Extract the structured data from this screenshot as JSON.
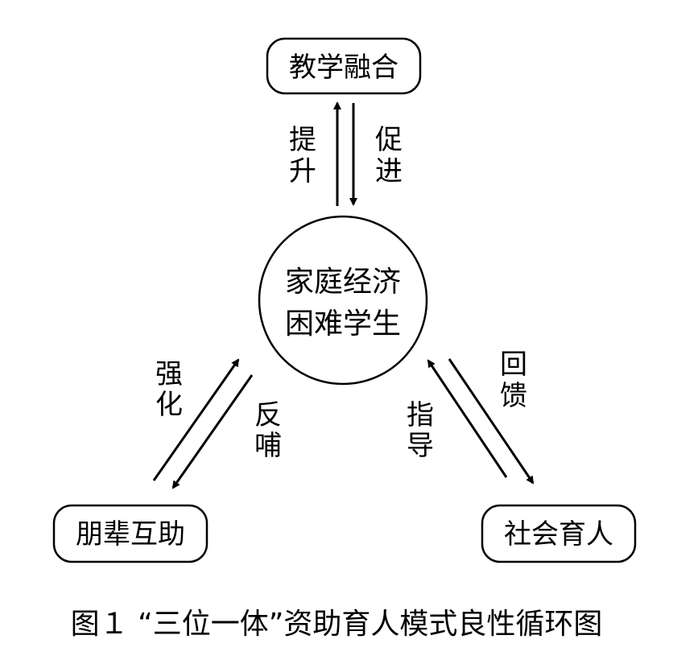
{
  "nodes": {
    "top": "教学融合",
    "center_line1": "家庭经济",
    "center_line2": "困难学生",
    "left": "朋辈互助",
    "right": "社会育人"
  },
  "edge_labels": {
    "top_up": [
      "提",
      "升"
    ],
    "top_down": [
      "促",
      "进"
    ],
    "left_up": [
      "强",
      "化"
    ],
    "left_down": [
      "反",
      "哺"
    ],
    "right_up": [
      "指",
      "导"
    ],
    "right_down": [
      "回",
      "馈"
    ]
  },
  "caption": "图１ “三位一体”资助育人模式良性循环图"
}
